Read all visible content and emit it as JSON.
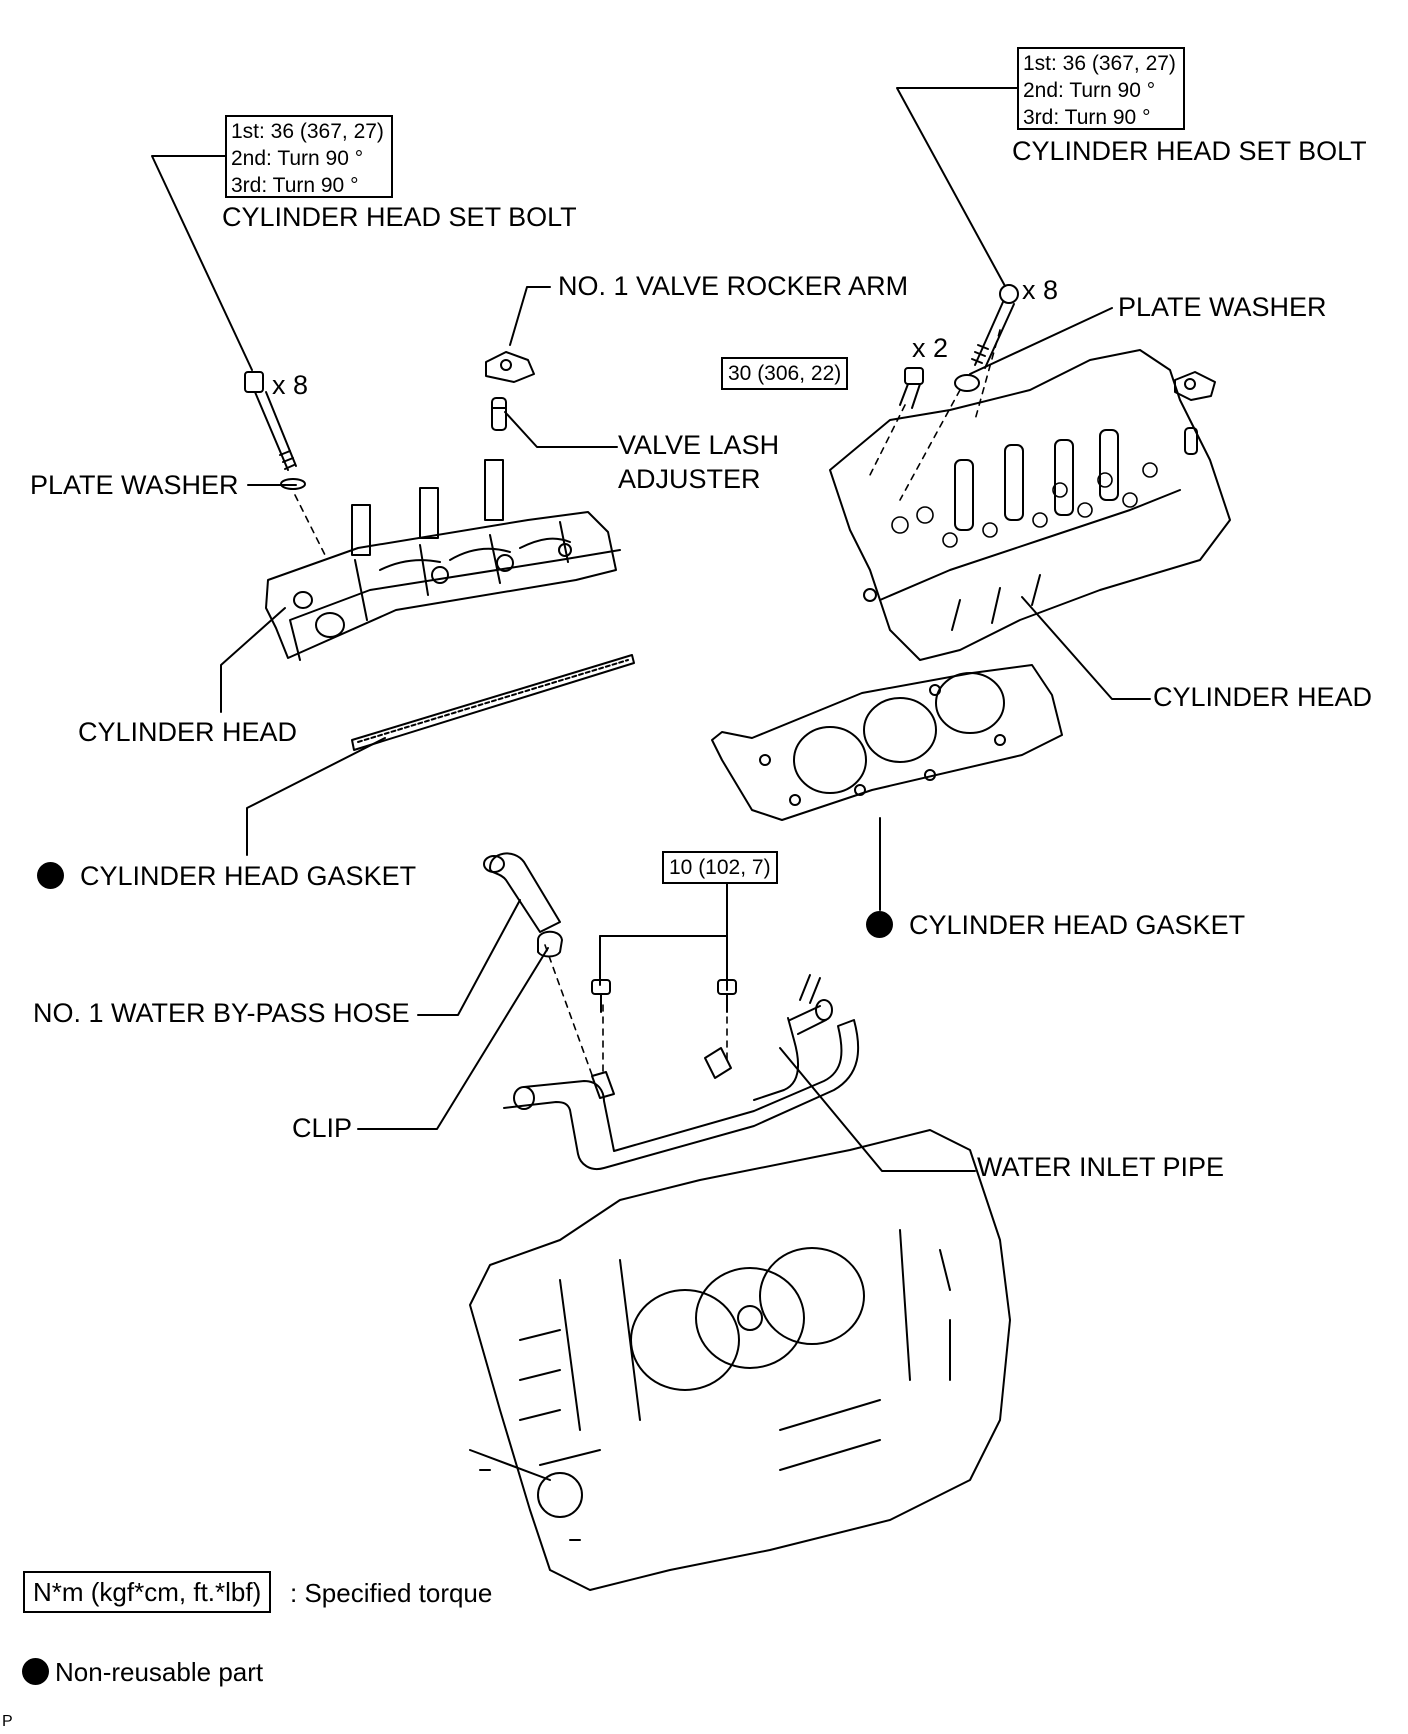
{
  "left_bolt_torque": {
    "line1": "1st: 36 (367, 27)",
    "line2": "2nd:  Turn 90 °",
    "line3": "3rd:  Turn 90 °"
  },
  "right_bolt_torque": {
    "line1": "1st: 36 (367, 27)",
    "line2": "2nd:  Turn 90 °",
    "line3": "3rd:  Turn 90 °"
  },
  "labels": {
    "left_head_set_bolt": "CYLINDER HEAD SET BOLT",
    "right_head_set_bolt": "CYLINDER HEAD SET BOLT",
    "valve_rocker_arm": "NO. 1 VALVE ROCKER ARM",
    "right_plate_washer": "PLATE WASHER",
    "left_plate_washer": "PLATE WASHER",
    "valve_lash_adjuster_l1": "VALVE LASH",
    "valve_lash_adjuster_l2": "ADJUSTER",
    "left_cylinder_head": "CYLINDER HEAD",
    "right_cylinder_head": "CYLINDER HEAD",
    "left_head_gasket": "CYLINDER HEAD GASKET",
    "right_head_gasket": "CYLINDER HEAD GASKET",
    "water_bypass_hose": "NO. 1 WATER BY-PASS HOSE",
    "clip": "CLIP",
    "water_inlet_pipe": "WATER INLET PIPE"
  },
  "multipliers": {
    "left_bolt": "x 8",
    "right_bolt": "x 8",
    "small_bolt": "x 2"
  },
  "torques": {
    "small_bolt": "30 (306, 22)",
    "pipe_bolt": "10 (102, 7)"
  },
  "legend": {
    "torque_unit": "N*m (kgf*cm, ft.*lbf)",
    "torque_desc": ": Specified torque",
    "non_reusable": "Non-reusable part"
  },
  "corner_code": "P"
}
